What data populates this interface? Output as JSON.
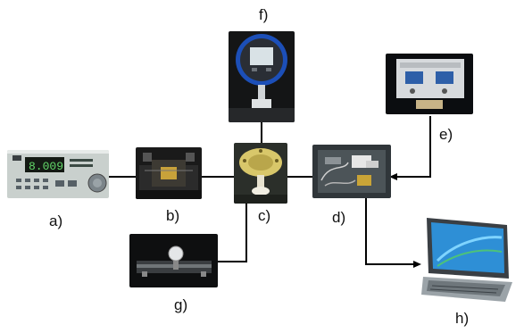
{
  "labels": {
    "a": "a)",
    "b": "b)",
    "c": "c)",
    "d": "d)",
    "e": "e)",
    "f": "f)",
    "g": "g)",
    "h": "h)"
  },
  "instrument_display": "8.009",
  "colors": {
    "wire": "#000000",
    "arrow": "#000000",
    "gauge_body": "#1c4fb8",
    "gauge_screen": "#d9e2e6",
    "instrument_body": "#c9d0cd",
    "instrument_display": "#63d86a",
    "laptop_screen": "#2e8fd6"
  }
}
